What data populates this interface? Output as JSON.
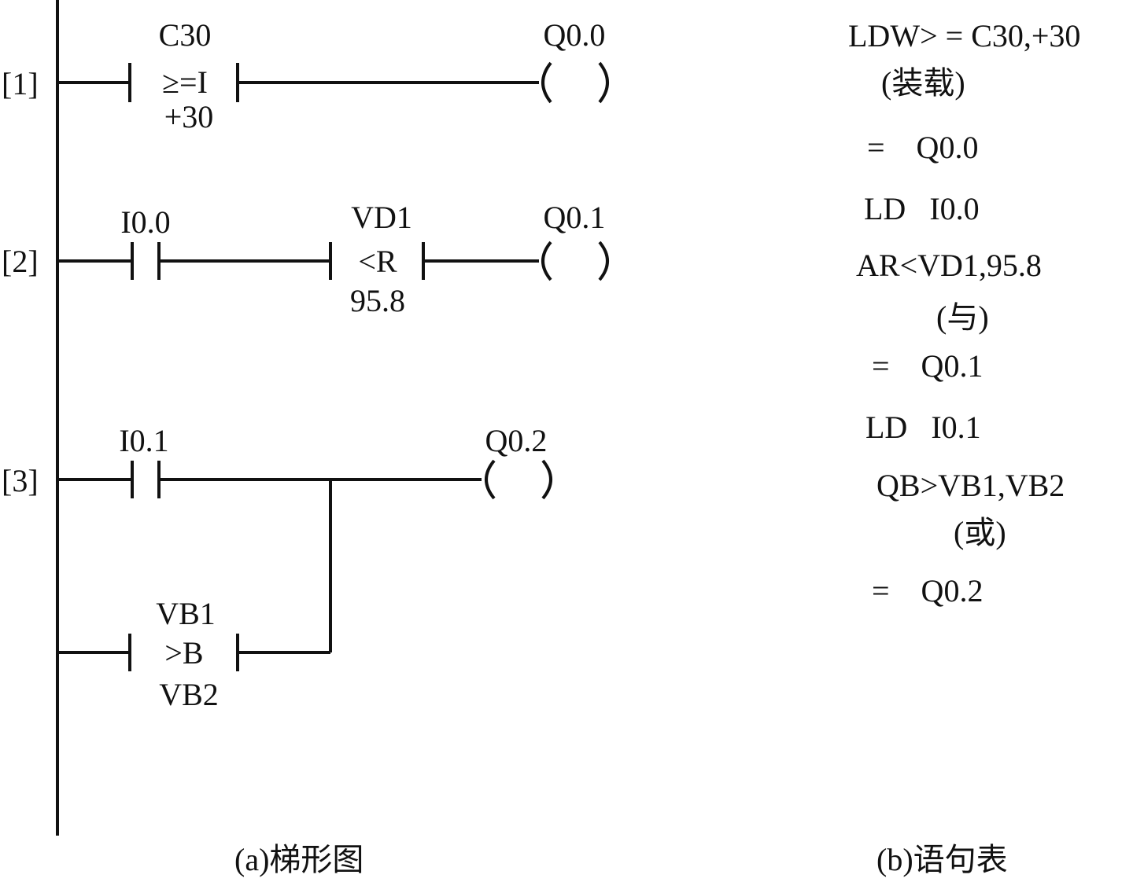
{
  "ladder": {
    "networks": [
      {
        "label": "[1]",
        "compare": {
          "top": "C30",
          "op": "≥=I",
          "bottom": "+30"
        },
        "coil": "Q0.0"
      },
      {
        "label": "[2]",
        "contact": "I0.0",
        "compare": {
          "top": "VD1",
          "op": "<R",
          "bottom": "95.8"
        },
        "coil": "Q0.1"
      },
      {
        "label": "[3]",
        "contact": "I0.1",
        "compare": {
          "top": "VB1",
          "op": ">B",
          "bottom": "VB2"
        },
        "coil": "Q0.2"
      }
    ],
    "caption": "(a)梯形图"
  },
  "statement_list": {
    "lines": [
      "LDW> = C30,+30",
      "(装载)",
      "=    Q0.0",
      "LD   I0.0",
      "AR<VD1,95.8",
      "(与)",
      "=    Q0.1",
      "LD   I0.1",
      "QB>VB1,VB2",
      "(或)",
      "=    Q0.2"
    ],
    "caption": "(b)语句表"
  }
}
